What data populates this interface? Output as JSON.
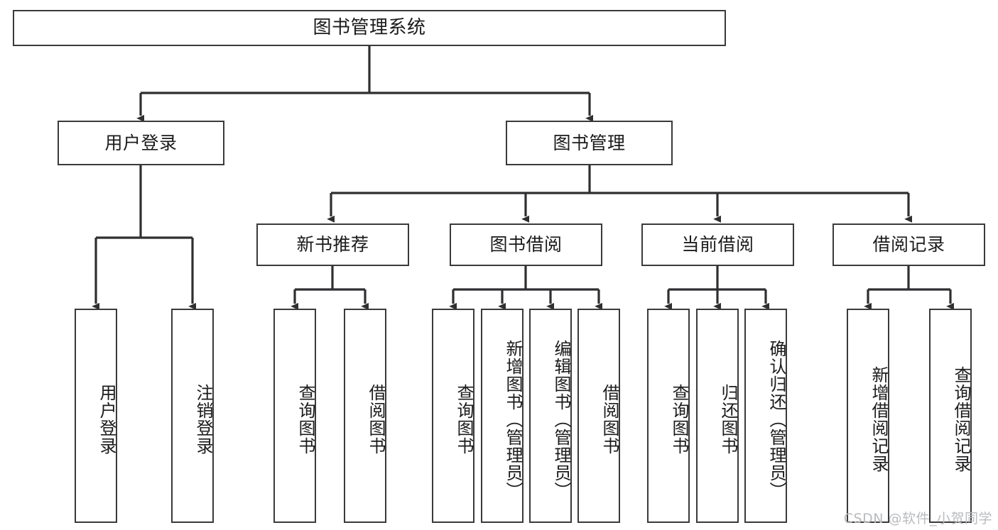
{
  "diagram": {
    "type": "tree",
    "title": "图书管理系统",
    "orientation": "top-down",
    "colors": {
      "background": "#ffffff",
      "box_border": "#3a3a3c",
      "box_fill": "#ffffff",
      "connector": "#2f2f31",
      "text": "#1b1b1d",
      "watermark": "#b9bbbe"
    },
    "root": {
      "label": "图书管理系统"
    },
    "level2": [
      {
        "label": "用户登录"
      },
      {
        "label": "图书管理"
      }
    ],
    "level3": [
      {
        "label": "新书推荐"
      },
      {
        "label": "图书借阅"
      },
      {
        "label": "当前借阅"
      },
      {
        "label": "借阅记录"
      }
    ],
    "leaves": {
      "user_login": [
        {
          "label": "用户登录"
        },
        {
          "label": "注销登录"
        }
      ],
      "new_book_recommend": [
        {
          "label": "查询图书"
        },
        {
          "label": "借阅图书"
        }
      ],
      "book_borrow": [
        {
          "label": "查询图书"
        },
        {
          "label": "新增图书（管理员）"
        },
        {
          "label": "编辑图书（管理员）"
        },
        {
          "label": "借阅图书"
        }
      ],
      "current_borrow": [
        {
          "label": "查询图书"
        },
        {
          "label": "归还图书"
        },
        {
          "label": "确认归还（管理员）"
        }
      ],
      "borrow_record": [
        {
          "label": "新增借阅记录"
        },
        {
          "label": "查询借阅记录"
        }
      ]
    }
  },
  "watermark": {
    "text": "CSDN @软件_小贺同学"
  }
}
